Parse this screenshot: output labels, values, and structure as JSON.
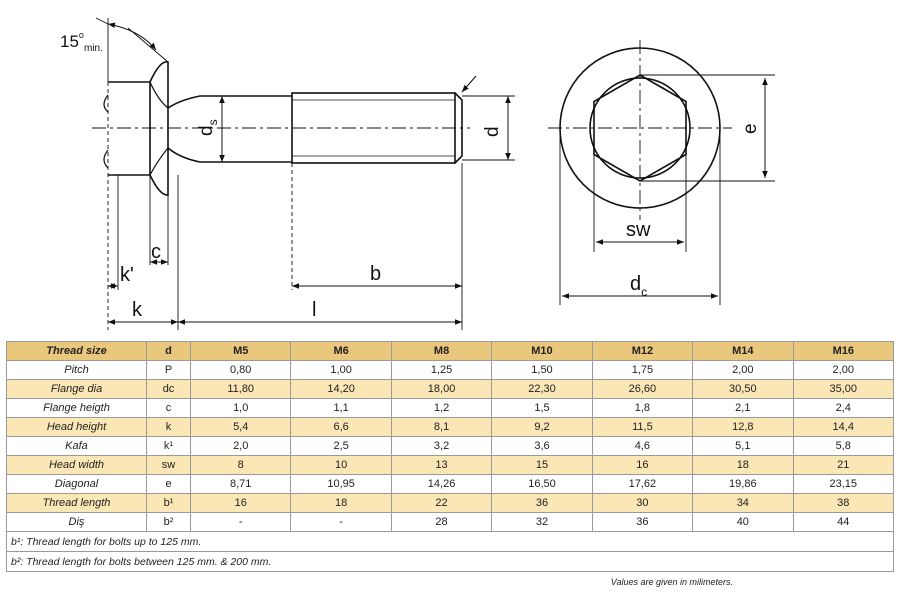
{
  "drawing": {
    "labels": {
      "angle": "15",
      "angle_sup": "o",
      "angle_sub": "min.",
      "ds": "d",
      "ds_sub": "s",
      "d": "d",
      "c": "c",
      "k_prime": "k'",
      "k": "k",
      "b": "b",
      "l": "l",
      "e": "e",
      "sw": "sw",
      "dc": "d",
      "dc_sub": "c"
    }
  },
  "table": {
    "header": [
      "Thread size",
      "d",
      "M5",
      "M6",
      "M8",
      "M10",
      "M12",
      "M14",
      "M16"
    ],
    "rows": [
      {
        "label": "Pitch",
        "symbol": "P",
        "values": [
          "0,80",
          "1,00",
          "1,25",
          "1,50",
          "1,75",
          "2,00",
          "2,00"
        ]
      },
      {
        "label": "Flange dia",
        "symbol": "dc",
        "values": [
          "11,80",
          "14,20",
          "18,00",
          "22,30",
          "26,60",
          "30,50",
          "35,00"
        ]
      },
      {
        "label": "Flange heigth",
        "symbol": "c",
        "values": [
          "1,0",
          "1,1",
          "1,2",
          "1,5",
          "1,8",
          "2,1",
          "2,4"
        ]
      },
      {
        "label": "Head height",
        "symbol": "k",
        "values": [
          "5,4",
          "6,6",
          "8,1",
          "9,2",
          "11,5",
          "12,8",
          "14,4"
        ]
      },
      {
        "label": "Kafa",
        "symbol": "k¹",
        "values": [
          "2,0",
          "2,5",
          "3,2",
          "3,6",
          "4,6",
          "5,1",
          "5,8"
        ]
      },
      {
        "label": "Head width",
        "symbol": "sw",
        "values": [
          "8",
          "10",
          "13",
          "15",
          "16",
          "18",
          "21"
        ]
      },
      {
        "label": "Diagonal",
        "symbol": "e",
        "values": [
          "8,71",
          "10,95",
          "14,26",
          "16,50",
          "17,62",
          "19,86",
          "23,15"
        ]
      },
      {
        "label": "Thread length",
        "symbol": "b¹",
        "values": [
          "16",
          "18",
          "22",
          "36",
          "30",
          "34",
          "38"
        ]
      },
      {
        "label": "Diş",
        "symbol": "b²",
        "values": [
          "-",
          "-",
          "28",
          "32",
          "36",
          "40",
          "44"
        ]
      }
    ],
    "notes": [
      "b¹: Thread length for bolts up to 125 mm.",
      "b²: Thread length for bolts between 125 mm. & 200 mm."
    ]
  },
  "footer": "Values are given in milimeters."
}
